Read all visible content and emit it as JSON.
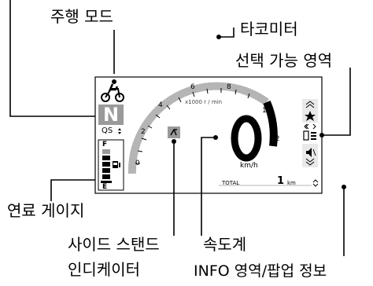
{
  "callouts": {
    "ride_mode": "주행 모드",
    "tachometer": "타코미터",
    "selectable_area": "선택 가능 영역",
    "fuel_gauge": "연료 게이지",
    "side_stand_line1": "사이드 스탠드",
    "side_stand_line2": "인디케이터",
    "speedometer": "속도계",
    "info_area": "INFO 영역/팝업 정보"
  },
  "dashboard": {
    "gear": "N",
    "qs_label": "QS",
    "fuel_full": "F",
    "fuel_empty": "E",
    "tacho_unit": "x1000 r / min",
    "tacho_ticks": [
      "0",
      "2",
      "4",
      "6",
      "8",
      "10",
      "12"
    ],
    "speed": "0",
    "speed_unit": "km/h",
    "trip_label": "TOTAL",
    "trip_value": "1",
    "trip_unit": "km"
  },
  "colors": {
    "outline": "#000000",
    "panel_gray": "#9a9a9a",
    "gauge_gray": "#b5b5b5",
    "redline": "#000000",
    "line": "#000000"
  },
  "icons": {
    "ride_mode": "motorcycle-rider-icon",
    "fuel_pump": "fuel-pump-icon",
    "side_stand": "side-stand-icon",
    "select_up": "chevron-up-double-icon",
    "select_star": "star-icon",
    "select_nav": "chevron-left-right-icon",
    "select_phone": "phone-menu-icon",
    "select_mute": "mute-speaker-icon",
    "select_down": "chevron-down-double-icon",
    "info_toggle": "up-down-arrows-icon"
  }
}
